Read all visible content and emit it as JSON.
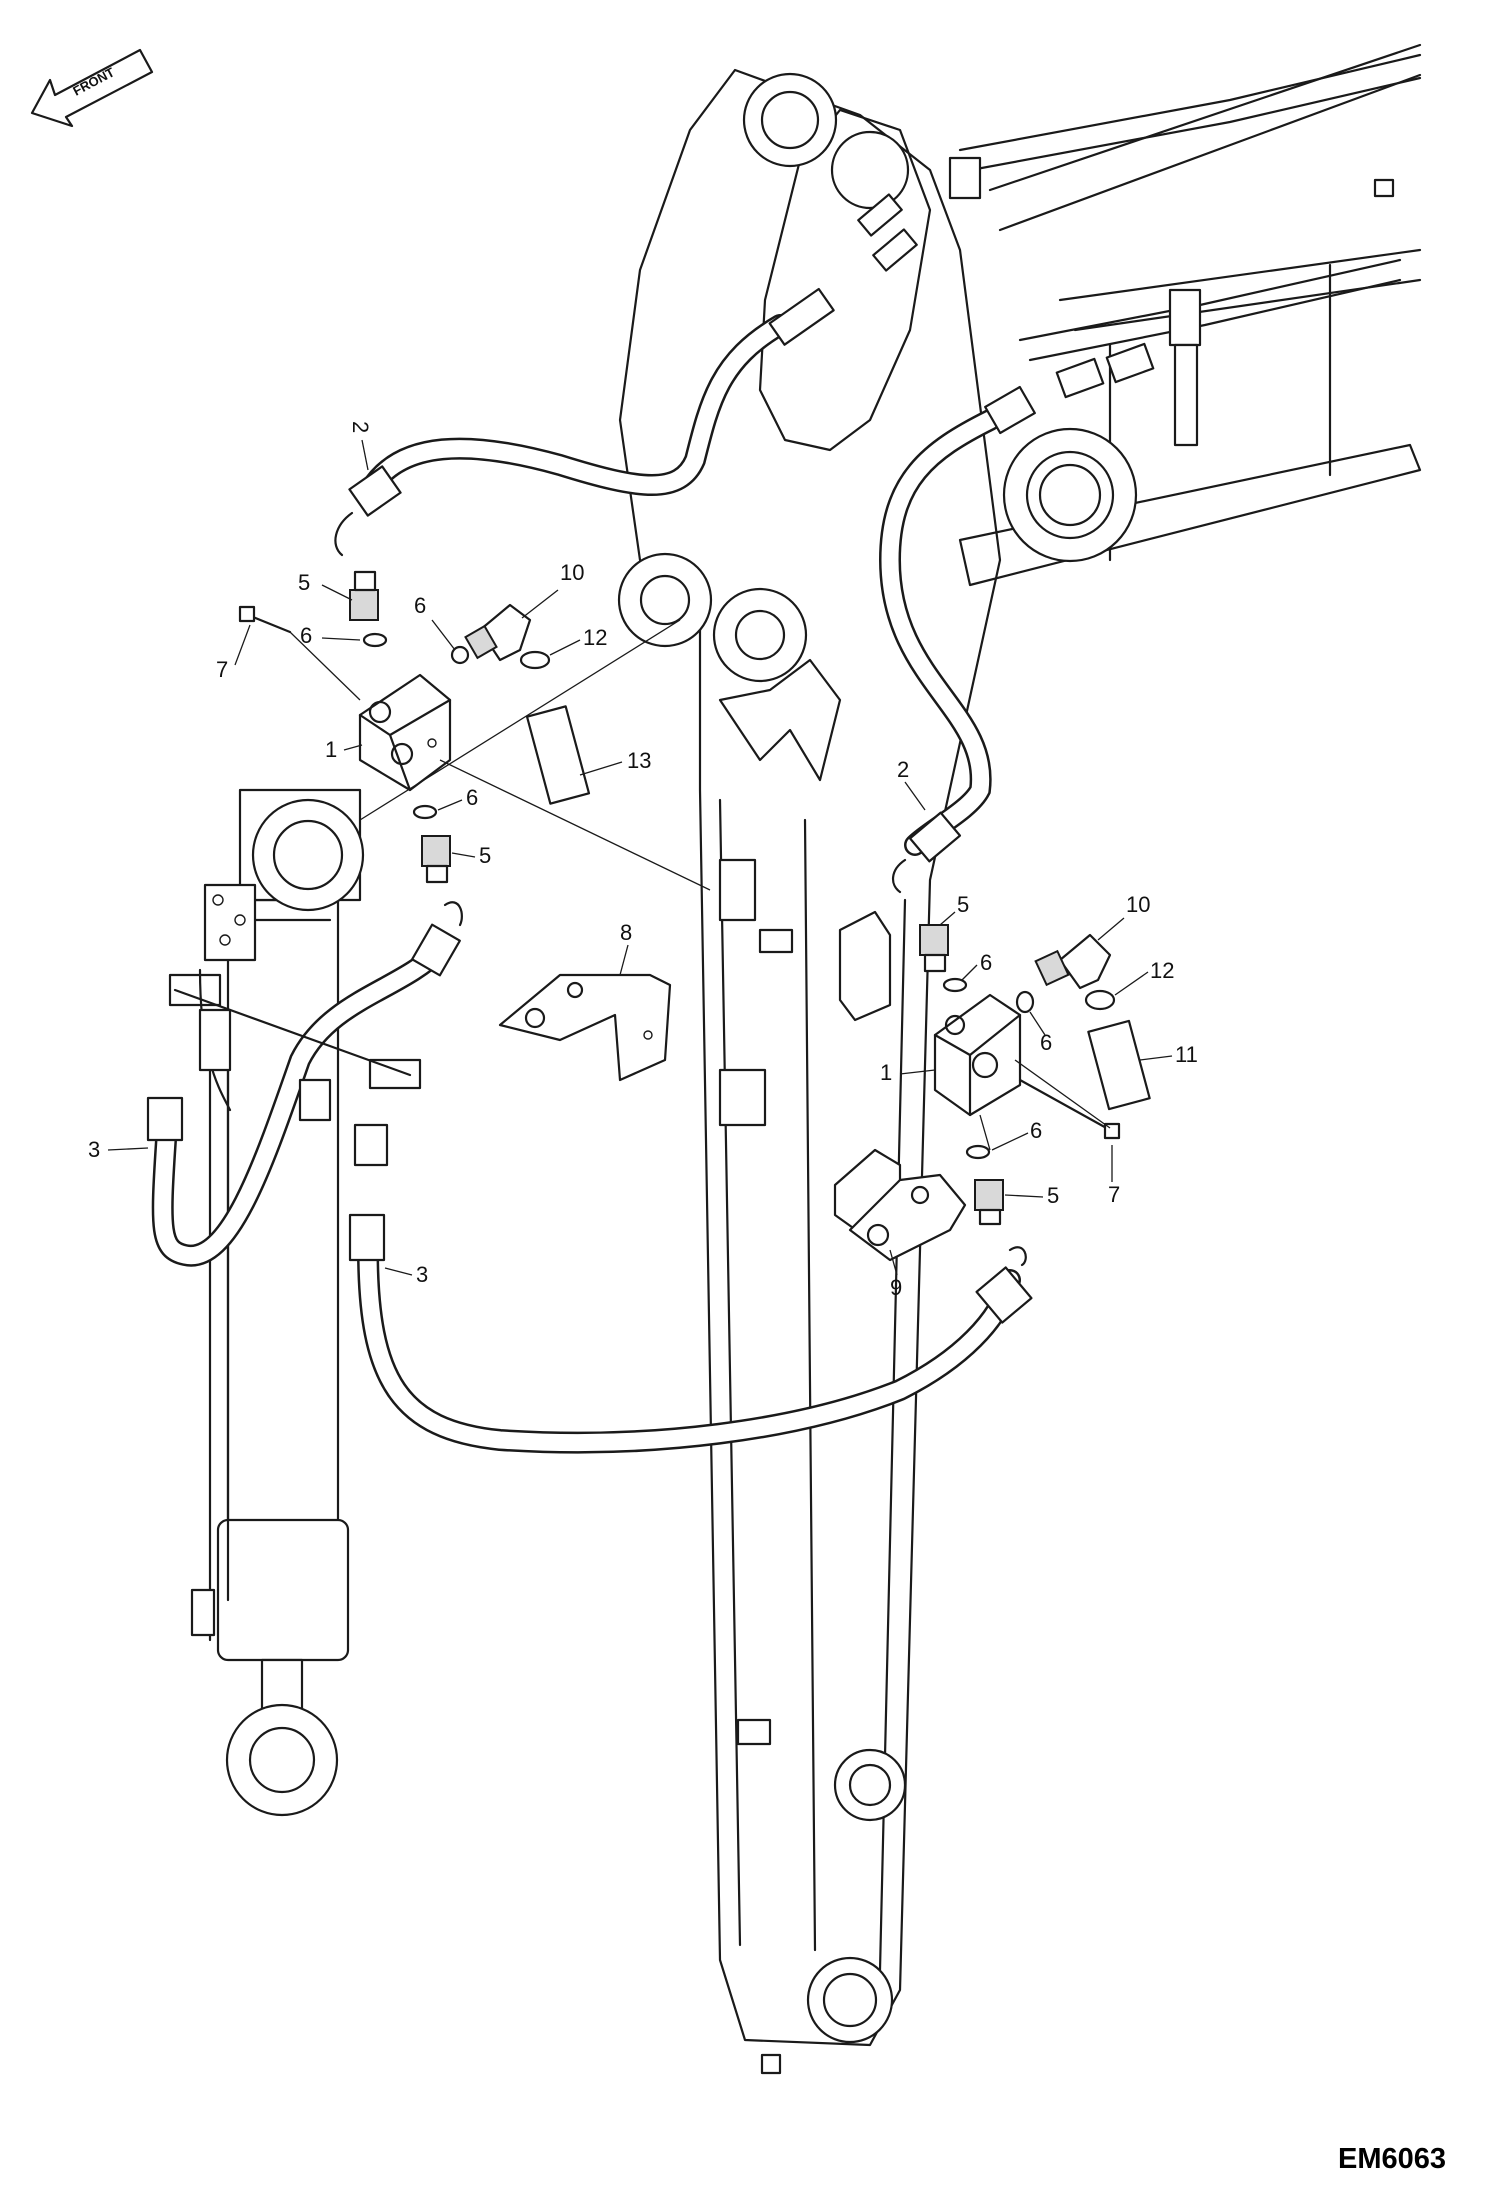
{
  "figure_code": "EM6063",
  "front_label": "FRONT",
  "callouts": {
    "c1a": "1",
    "c1b": "1",
    "c2a": "2",
    "c2b": "2",
    "c3a": "3",
    "c3b": "3",
    "c5a": "5",
    "c5b": "5",
    "c5c": "5",
    "c5d": "5",
    "c6a": "6",
    "c6b": "6",
    "c6c": "6",
    "c6d": "6",
    "c6e": "6",
    "c6f": "6",
    "c7a": "7",
    "c7b": "7",
    "c8": "8",
    "c9": "9",
    "c10a": "10",
    "c10b": "10",
    "c11": "11",
    "c12a": "12",
    "c12b": "12",
    "c13": "13"
  }
}
